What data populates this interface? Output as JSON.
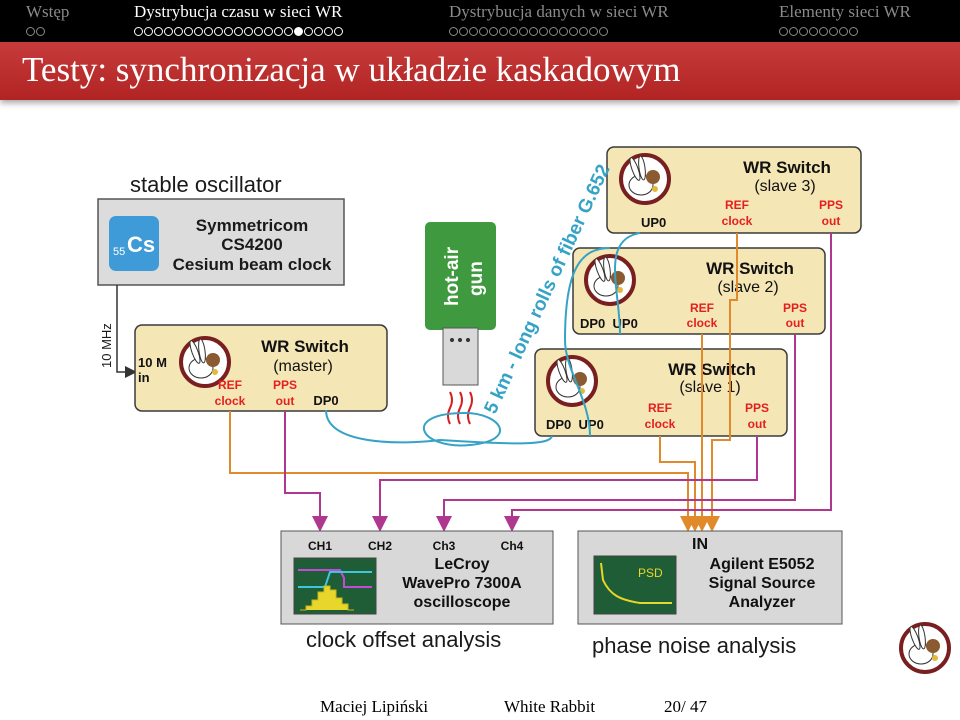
{
  "nav": {
    "sections": [
      {
        "label": "Wstęp",
        "dots": 2,
        "filled": -1,
        "active": false
      },
      {
        "label": "Dystrybucja czasu w sieci WR",
        "dots": 21,
        "filled": 16,
        "active": true
      },
      {
        "label": "Dystrybucja danych w sieci WR",
        "dots": 16,
        "filled": -1,
        "active": false
      },
      {
        "label": "Elementy sieci WR",
        "dots": 8,
        "filled": -1,
        "active": false
      }
    ]
  },
  "slide": {
    "title": "Testy: synchronizacja w układzie kaskadowym"
  },
  "diagram": {
    "oscillator": {
      "heading": "stable oscillator",
      "badge_num": "55",
      "badge_sym": "Cs",
      "line1": "Symmetricom",
      "line2": "CS4200",
      "line3": "Cesium beam clock"
    },
    "freq_label": "10 MHz",
    "master": {
      "title": "WR Switch",
      "role": "(master)",
      "in1": "10 M",
      "in2": "in",
      "ref1": "REF",
      "ref2": "clock",
      "pps1": "PPS",
      "pps2": "out",
      "port": "DP0"
    },
    "slave3": {
      "title": "WR Switch",
      "role": "(slave 3)",
      "ports": "UP0",
      "ref1": "REF",
      "ref2": "clock",
      "pps1": "PPS",
      "pps2": "out"
    },
    "slave2": {
      "title": "WR Switch",
      "role": "(slave 2)",
      "ports": "DP0  UP0",
      "ref1": "REF",
      "ref2": "clock",
      "pps1": "PPS",
      "pps2": "out"
    },
    "slave1": {
      "title": "WR Switch",
      "role": "(slave 1)",
      "ports": "DP0  UP0",
      "ref1": "REF",
      "ref2": "clock",
      "pps1": "PPS",
      "pps2": "out"
    },
    "gun": {
      "line1": "hot-air",
      "line2": "gun"
    },
    "fiber_label": "5 km - long rolls of fiber G.652",
    "scope": {
      "ch1": "CH1",
      "ch2": "CH2",
      "ch3": "Ch3",
      "ch4": "Ch4",
      "line1": "LeCroy",
      "line2": "WavePro 7300A",
      "line3": "oscilloscope",
      "caption": "clock offset analysis"
    },
    "analyzer": {
      "in": "IN",
      "psd": "PSD",
      "line1": "Agilent E5052",
      "line2": "Signal Source",
      "line3": "Analyzer",
      "caption": "phase noise analysis"
    },
    "colors": {
      "ref_wire": "#e08a2c",
      "pps_wire": "#b0378f",
      "fiber": "#35a3c6",
      "box": "#f5e6b5",
      "box_border": "#3a3a3a",
      "device": "#d8d8d8",
      "screen": "#1f5d36",
      "gun": "#3f9a3f",
      "label_red": "#e41f1f"
    }
  },
  "footer": {
    "author": "Maciej Lipiński",
    "title": "White Rabbit",
    "page": "20/ 47"
  }
}
